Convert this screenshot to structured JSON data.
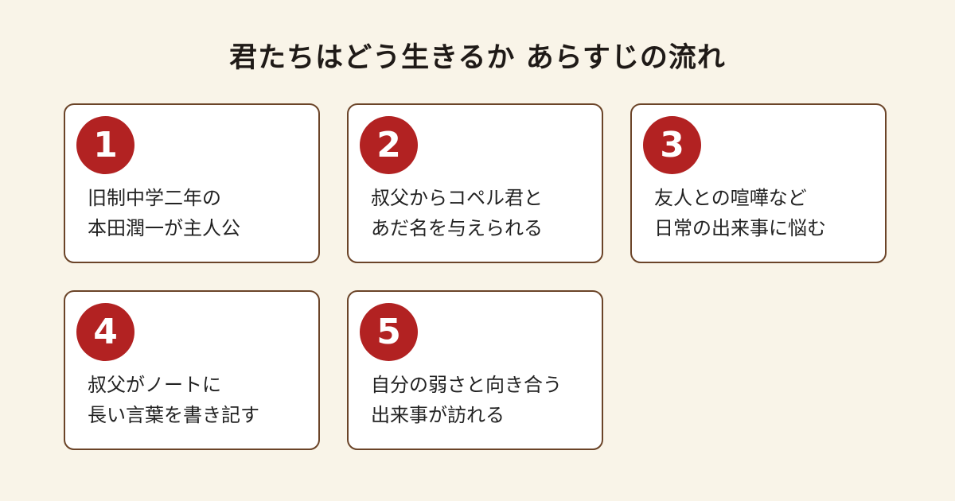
{
  "title": "君たちはどう生きるか あらすじの流れ",
  "steps": [
    {
      "number": "1",
      "lines": [
        "旧制中学二年の",
        "本田潤一が主人公"
      ]
    },
    {
      "number": "2",
      "lines": [
        "叔父からコペル君と",
        "あだ名を与えられる"
      ]
    },
    {
      "number": "3",
      "lines": [
        "友人との喧嘩など",
        "日常の出来事に悩む"
      ]
    },
    {
      "number": "4",
      "lines": [
        "叔父がノートに",
        "長い言葉を書き記す"
      ]
    },
    {
      "number": "5",
      "lines": [
        "自分の弱さと向き合う",
        "出来事が訪れる"
      ]
    }
  ],
  "colors": {
    "background": "#f9f4e8",
    "card_border": "#6b4428",
    "badge": "#b22222",
    "text": "#222222"
  }
}
